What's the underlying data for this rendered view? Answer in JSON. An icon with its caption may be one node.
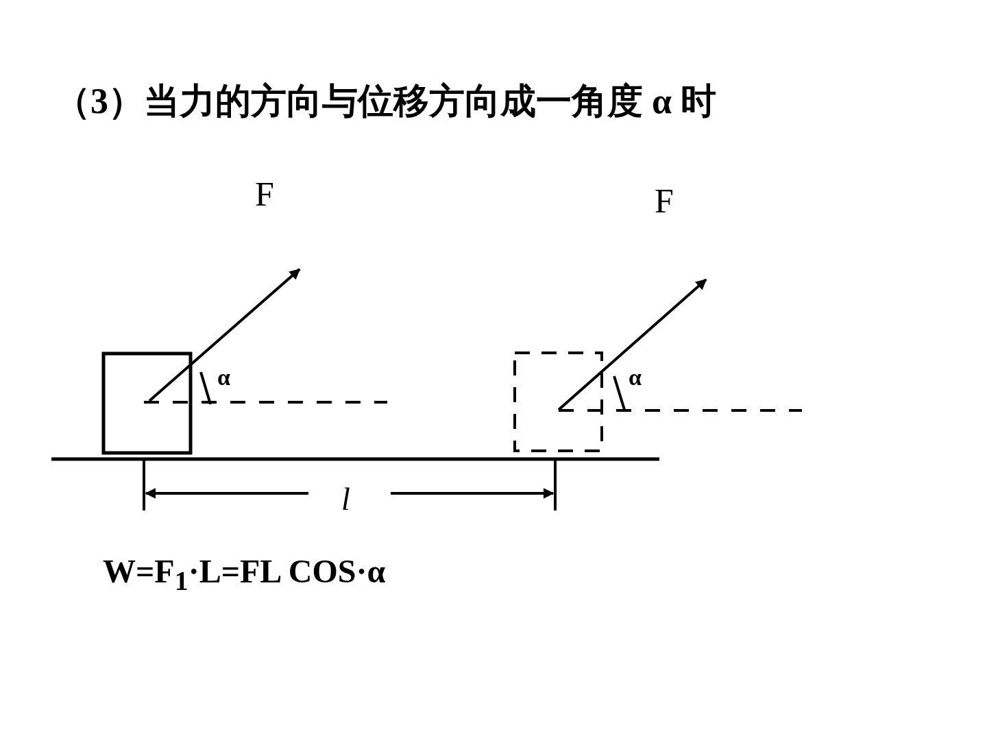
{
  "diagram": {
    "title": "（3）当力的方向与位移方向成一角度 α 时",
    "nodes": [
      {
        "text": [],
        "shape": "box"
      },
      {
        "text": [],
        "shape": "box"
      }
    ],
    "labels": [
      "F",
      "F",
      "α",
      "α",
      "l",
      "W=F$_{1}$·L=FL COS·α"
    ]
  }
}
